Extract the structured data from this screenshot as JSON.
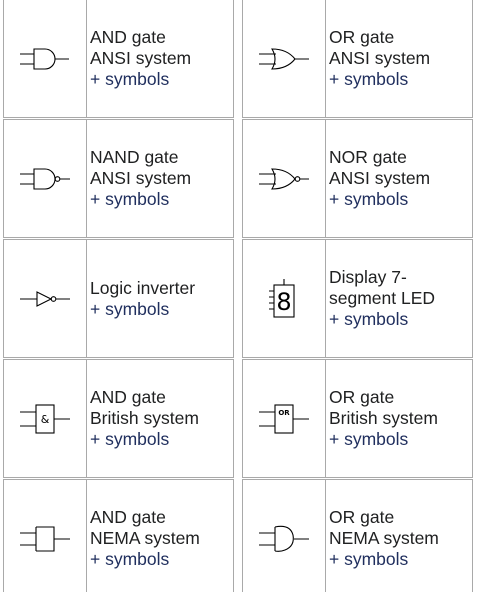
{
  "items": [
    {
      "icon": "and-gate-ansi-icon",
      "title": "AND gate",
      "subtitle": "ANSI system",
      "more": "+ symbols"
    },
    {
      "icon": "or-gate-ansi-icon",
      "title": "OR gate",
      "subtitle": "ANSI system",
      "more": "+ symbols"
    },
    {
      "icon": "nand-gate-ansi-icon",
      "title": "NAND gate",
      "subtitle": "ANSI system",
      "more": "+ symbols"
    },
    {
      "icon": "nor-gate-ansi-icon",
      "title": "NOR gate",
      "subtitle": "ANSI system",
      "more": "+ symbols"
    },
    {
      "icon": "logic-inverter-icon",
      "title": "Logic inverter",
      "subtitle": "",
      "more": "+ symbols"
    },
    {
      "icon": "seven-segment-display-icon",
      "title": "Display 7-segment LED",
      "subtitle": "",
      "more": "+ symbols",
      "glyph": "8"
    },
    {
      "icon": "and-gate-british-icon",
      "title": "AND gate",
      "subtitle": "British system",
      "more": "+ symbols",
      "glyph": "&"
    },
    {
      "icon": "or-gate-british-icon",
      "title": "OR gate",
      "subtitle": "British system",
      "more": "+ symbols",
      "glyph": "OR"
    },
    {
      "icon": "and-gate-nema-icon",
      "title": "AND gate",
      "subtitle": "NEMA system",
      "more": "+ symbols"
    },
    {
      "icon": "or-gate-nema-icon",
      "title": "OR gate",
      "subtitle": "NEMA system",
      "more": "+ symbols"
    }
  ]
}
